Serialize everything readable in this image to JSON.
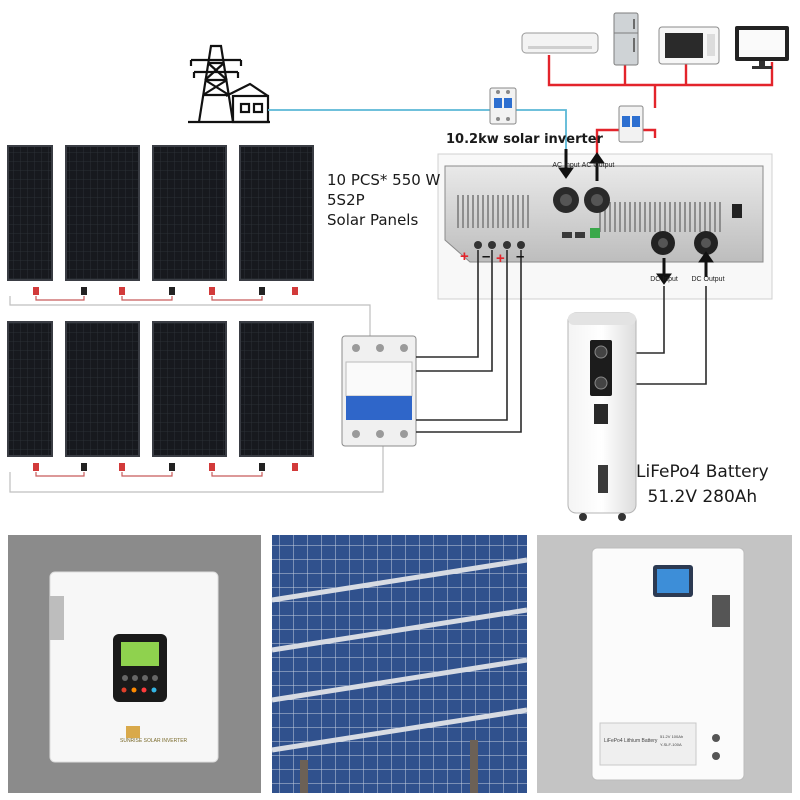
{
  "inverter_title": "10.2kw solar inverter",
  "panel_spec": [
    "10 PCS* 550 W",
    "5S2P",
    "Solar Panels"
  ],
  "battery_spec": [
    "LiFePo4 Battery",
    "51.2V 280Ah"
  ],
  "ports": {
    "ac_input": "AC Input",
    "ac_output": "AC Output",
    "dc_input": "DC Input",
    "dc_output": "DC Output"
  },
  "polarity": {
    "plus": "+",
    "minus": "–"
  },
  "inverter_device_label": "SUNRISE SOLAR INVERTER",
  "battery_device_label": [
    "LiFePo4 Lithium Battery",
    "51.2V 100Ah",
    "Y-SLF-100A"
  ],
  "colors": {
    "grid_line": "#5bb8d6",
    "ac_line": "#e3242b",
    "dc_line": "#2b2b2b",
    "panel_cell": "#1b1d22",
    "panel_frame": "#3a3d44",
    "pv_wire": "#c85a5a",
    "photo_bg_left": "#8b8b8b",
    "photo_bg_right": "#c4c4c4"
  }
}
